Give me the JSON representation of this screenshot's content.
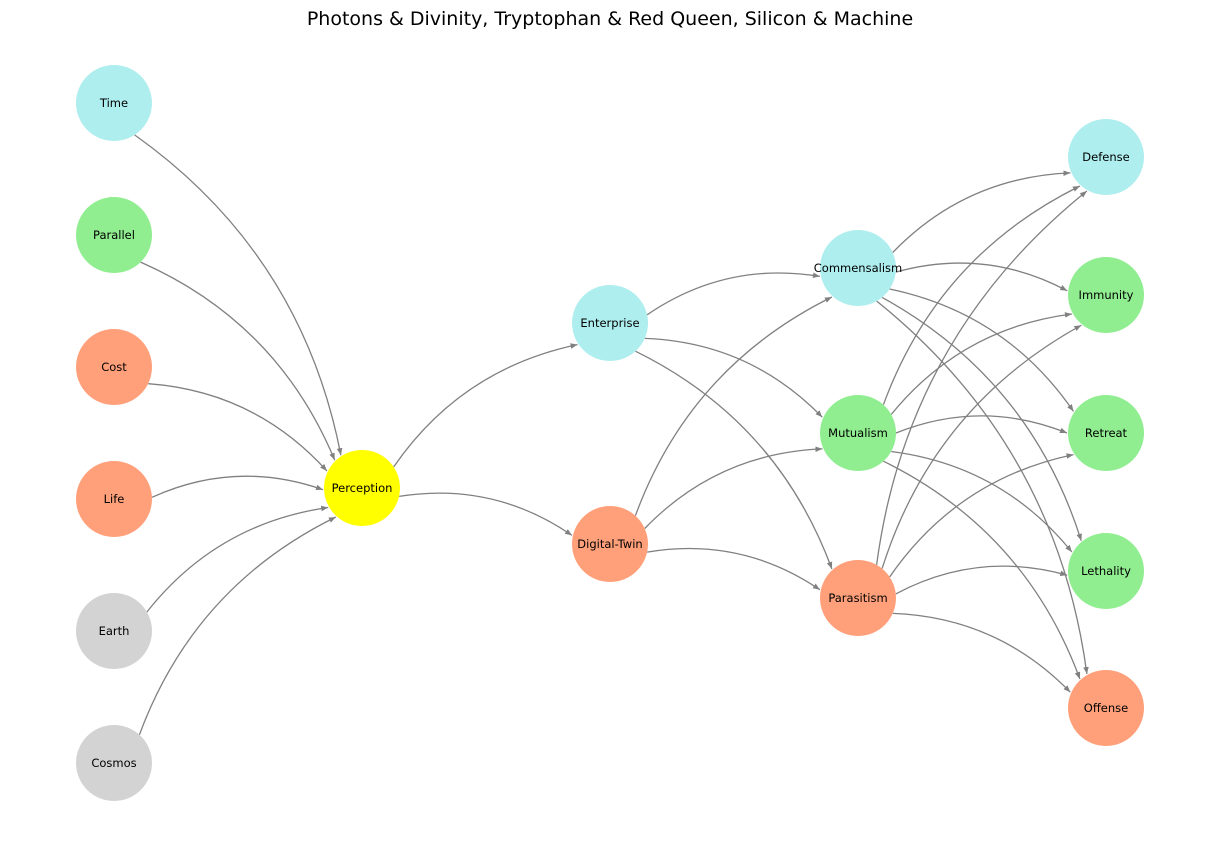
{
  "title": "Photons & Divinity, Tryptophan & Red Queen, Silicon & Machine",
  "colors": {
    "gray": "#d3d3d3",
    "salmon": "#ffa07a",
    "green": "#90ee90",
    "cyan": "#afeeee",
    "yellow": "#ffff00",
    "edge": "#808080"
  },
  "nodes": [
    {
      "id": "time",
      "label": "Time",
      "color": "cyan"
    },
    {
      "id": "parallel",
      "label": "Parallel",
      "color": "green"
    },
    {
      "id": "cost",
      "label": "Cost",
      "color": "salmon"
    },
    {
      "id": "life",
      "label": "Life",
      "color": "salmon"
    },
    {
      "id": "earth",
      "label": "Earth",
      "color": "gray"
    },
    {
      "id": "cosmos",
      "label": "Cosmos",
      "color": "gray"
    },
    {
      "id": "perception",
      "label": "Perception",
      "color": "yellow"
    },
    {
      "id": "enterprise",
      "label": "Enterprise",
      "color": "cyan"
    },
    {
      "id": "digital-twin",
      "label": "Digital-Twin",
      "color": "salmon"
    },
    {
      "id": "commensalism",
      "label": "Commensalism",
      "color": "cyan"
    },
    {
      "id": "mutualism",
      "label": "Mutualism",
      "color": "green"
    },
    {
      "id": "parasitism",
      "label": "Parasitism",
      "color": "salmon"
    },
    {
      "id": "defense",
      "label": "Defense",
      "color": "cyan"
    },
    {
      "id": "immunity",
      "label": "Immunity",
      "color": "green"
    },
    {
      "id": "retreat",
      "label": "Retreat",
      "color": "green"
    },
    {
      "id": "lethality",
      "label": "Lethality",
      "color": "green"
    },
    {
      "id": "offense",
      "label": "Offense",
      "color": "salmon"
    }
  ],
  "edges": [
    [
      "time",
      "perception"
    ],
    [
      "parallel",
      "perception"
    ],
    [
      "cost",
      "perception"
    ],
    [
      "life",
      "perception"
    ],
    [
      "earth",
      "perception"
    ],
    [
      "cosmos",
      "perception"
    ],
    [
      "perception",
      "enterprise"
    ],
    [
      "perception",
      "digital-twin"
    ],
    [
      "enterprise",
      "commensalism"
    ],
    [
      "enterprise",
      "mutualism"
    ],
    [
      "enterprise",
      "parasitism"
    ],
    [
      "digital-twin",
      "commensalism"
    ],
    [
      "digital-twin",
      "mutualism"
    ],
    [
      "digital-twin",
      "parasitism"
    ],
    [
      "commensalism",
      "defense"
    ],
    [
      "commensalism",
      "immunity"
    ],
    [
      "commensalism",
      "retreat"
    ],
    [
      "commensalism",
      "lethality"
    ],
    [
      "commensalism",
      "offense"
    ],
    [
      "mutualism",
      "defense"
    ],
    [
      "mutualism",
      "immunity"
    ],
    [
      "mutualism",
      "retreat"
    ],
    [
      "mutualism",
      "lethality"
    ],
    [
      "mutualism",
      "offense"
    ],
    [
      "parasitism",
      "defense"
    ],
    [
      "parasitism",
      "immunity"
    ],
    [
      "parasitism",
      "retreat"
    ],
    [
      "parasitism",
      "lethality"
    ],
    [
      "parasitism",
      "offense"
    ]
  ]
}
